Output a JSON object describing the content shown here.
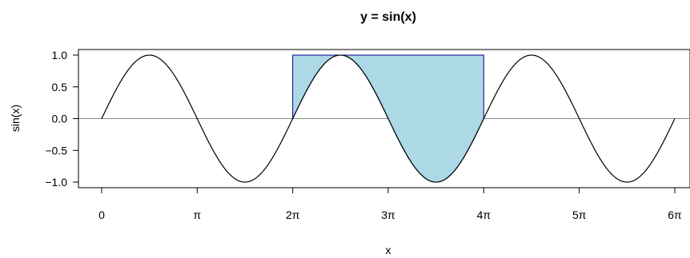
{
  "chart_data": {
    "type": "line",
    "title": "y = sin(x)",
    "xlabel": "x",
    "ylabel": "sin(x)",
    "function": "sin",
    "xlim": [
      0,
      18.8496
    ],
    "ylim": [
      -1.0,
      1.0
    ],
    "x_ticks": [
      {
        "value": 0,
        "label": "0"
      },
      {
        "value": 3.14159,
        "label": "π"
      },
      {
        "value": 6.28319,
        "label": "2π"
      },
      {
        "value": 9.42478,
        "label": "3π"
      },
      {
        "value": 12.56637,
        "label": "4π"
      },
      {
        "value": 15.70796,
        "label": "5π"
      },
      {
        "value": 18.84956,
        "label": "6π"
      }
    ],
    "y_ticks": [
      {
        "value": -1.0,
        "label": "−1.0"
      },
      {
        "value": -0.5,
        "label": "−0.5"
      },
      {
        "value": 0.0,
        "label": "0.0"
      },
      {
        "value": 0.5,
        "label": "0.5"
      },
      {
        "value": 1.0,
        "label": "1.0"
      }
    ],
    "reference_line": {
      "y": 0,
      "color": "#888888"
    },
    "shaded_region": {
      "x_from": 6.28319,
      "x_to": 12.56637,
      "top_y": 1.0,
      "fill": "#add8e6",
      "stroke": "#00008b"
    },
    "curve_color": "#000000"
  }
}
